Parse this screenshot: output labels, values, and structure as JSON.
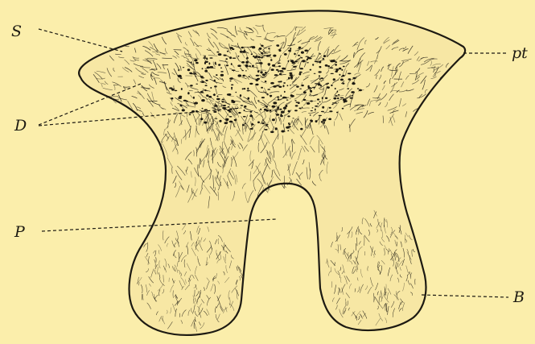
{
  "figure": {
    "labels": {
      "S": "S",
      "D": "D",
      "P": "P",
      "pt": "pt",
      "B": "B"
    },
    "colors": {
      "background": "#fbeeab",
      "ink": "#1d1a12",
      "fill": "#f7e7a4"
    }
  }
}
